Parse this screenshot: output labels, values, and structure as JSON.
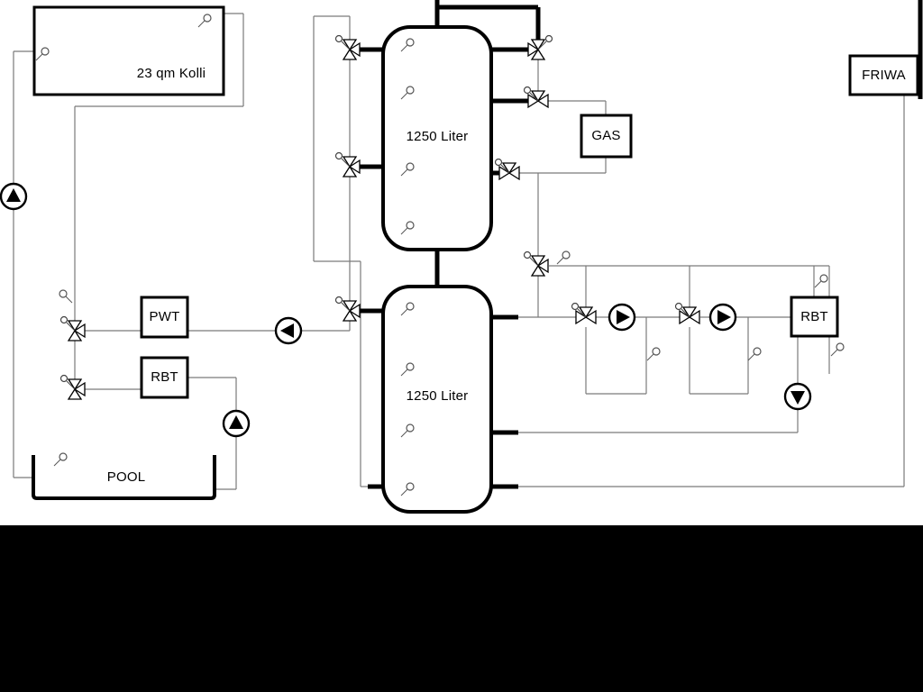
{
  "labels": {
    "collector": "23 qm Kolli",
    "tank_top": "1250 Liter",
    "tank_bottom": "1250 Liter",
    "gas": "GAS",
    "friwa": "FRIWA",
    "pwt": "PWT",
    "rbt_left": "RBT",
    "rbt_right": "RBT",
    "pool": "POOL"
  },
  "colors": {
    "thin_pipe": "#7a7a7a",
    "thick_pipe": "#000000",
    "background": "#ffffff",
    "letterbox": "#000000"
  }
}
